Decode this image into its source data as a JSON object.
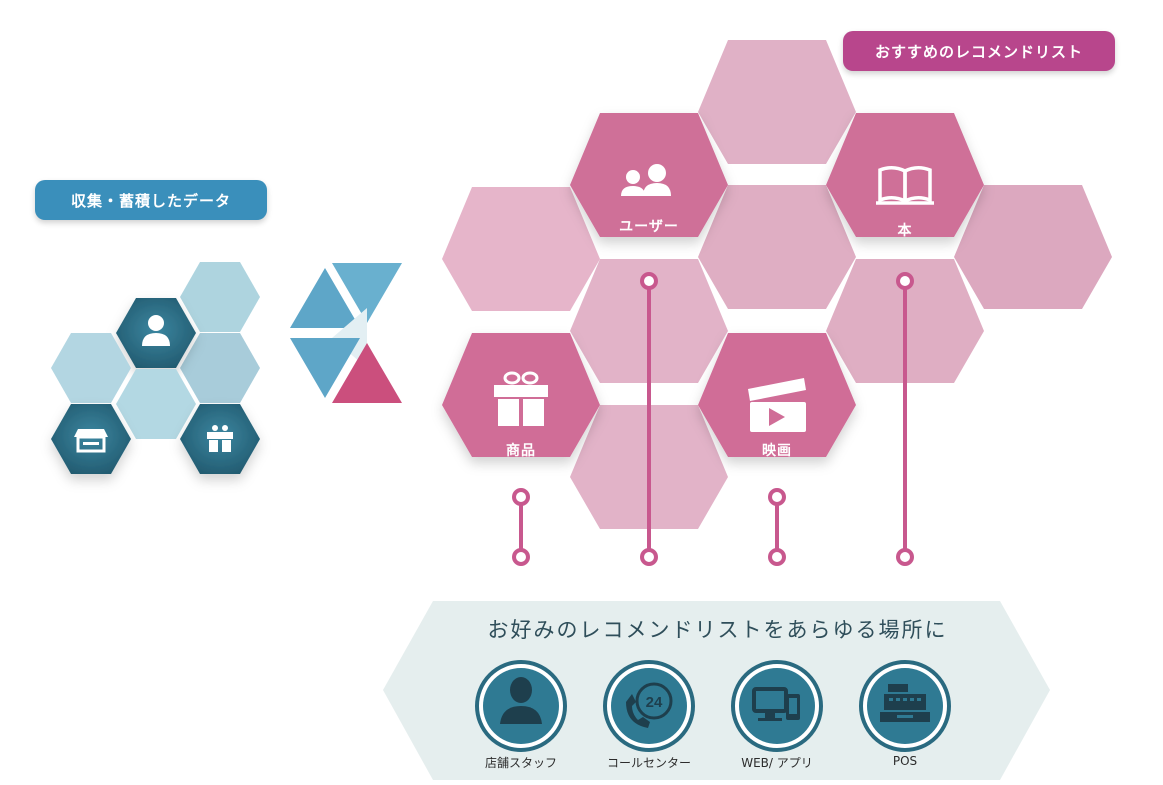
{
  "labels": {
    "collected_data": "収集・蓄積したデータ",
    "recommend_list": "おすすめのレコメンドリスト"
  },
  "recommend_hexes": {
    "user": "ユーザー",
    "book": "本",
    "product": "商品",
    "movie": "映画"
  },
  "bottom": {
    "title": "お好みのレコメンドリストをあらゆる場所に",
    "channels": [
      {
        "label": "店舗スタッフ",
        "icon": "person-icon"
      },
      {
        "label": "コールセンター",
        "icon": "call-24-icon"
      },
      {
        "label": "WEB/ アプリ",
        "icon": "devices-icon"
      },
      {
        "label": "POS",
        "icon": "cash-register-icon"
      }
    ]
  },
  "colors": {
    "blue_pill": "#3a8fbb",
    "pink_pill": "#b8468c",
    "dark_teal": "#2a6a80",
    "light_blue": "#a9d2de",
    "pink_strong": "#cf6f98",
    "pink_light": "#e5b6c9",
    "line_pink": "#c8588e"
  }
}
